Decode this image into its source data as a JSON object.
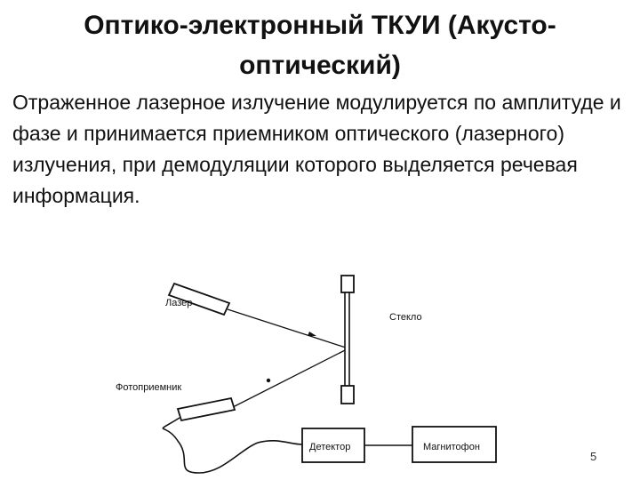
{
  "slide": {
    "title": "Оптико-электронный ТКУИ (Акусто-оптический)",
    "body": "Отраженное лазерное излучение модулируется по амплитуде и фазе и принимается приемником оптического (лазерного) излучения, при демодуляции которого выделяется речевая информация.",
    "page_number": "5"
  },
  "diagram": {
    "laser_label": "Лазер",
    "glass_label": "Стекло",
    "photoreceiver_label": "Фотоприемник",
    "detector_label": "Детектор",
    "recorder_label": "Магнитофон"
  }
}
